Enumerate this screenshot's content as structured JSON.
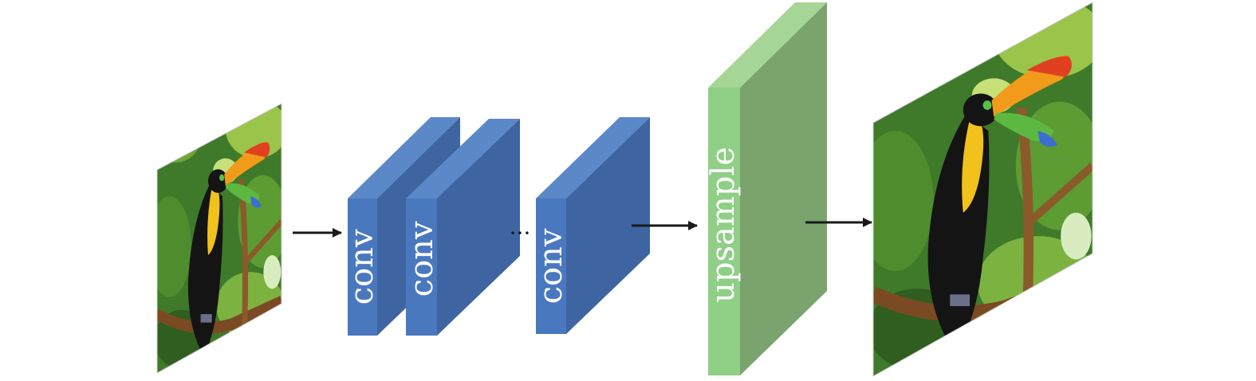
{
  "diagram": {
    "blocks": {
      "conv_1": {
        "label": "conv"
      },
      "conv_2": {
        "label": "conv"
      },
      "conv_n": {
        "label": "conv"
      },
      "upsample": {
        "label": "upsample"
      }
    },
    "ellipsis": "···",
    "images": {
      "input": {
        "subject": "toucan-photo",
        "resolution": "low"
      },
      "output": {
        "subject": "toucan-photo",
        "resolution": "high"
      }
    },
    "colors": {
      "conv_front": "#4a78bf",
      "conv_side": "#3e65a1",
      "conv_top": "#5b88c7",
      "upsample_front": "#8fcf86",
      "upsample_side": "#7aa36e",
      "upsample_top": "#a6d695",
      "arrow": "#1a1a1a"
    }
  }
}
